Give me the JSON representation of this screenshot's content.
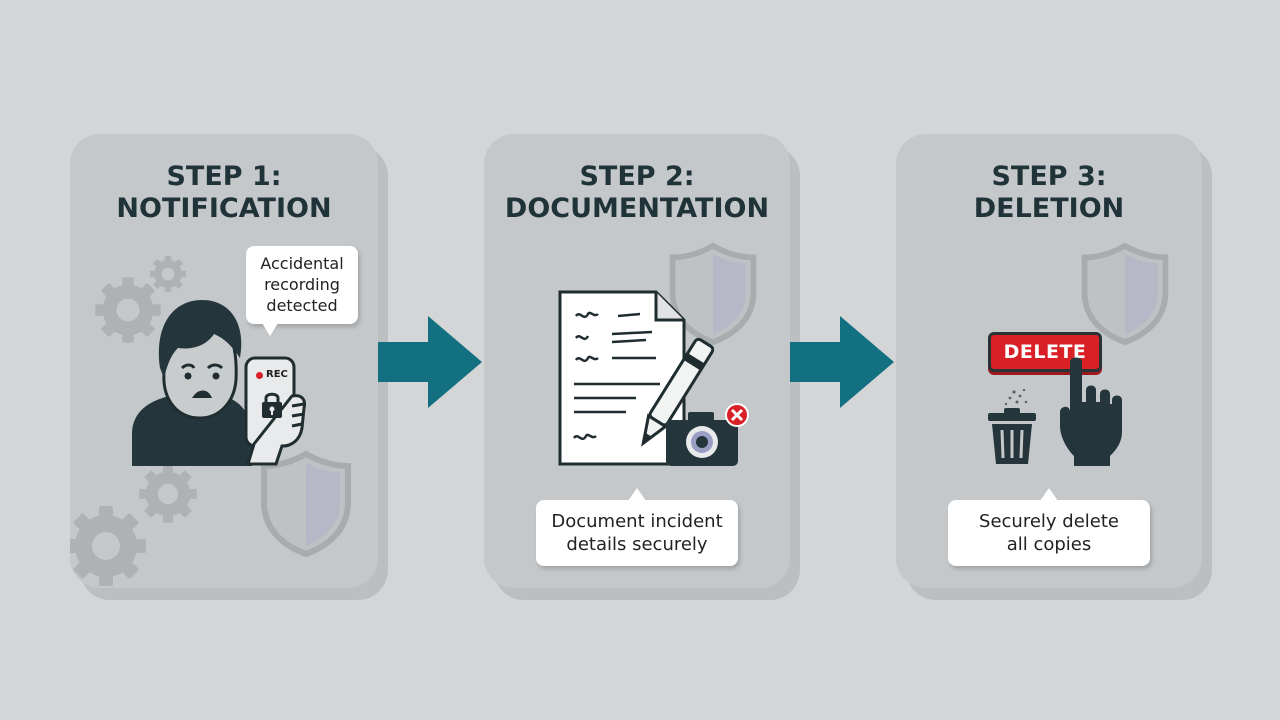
{
  "steps": [
    {
      "title_line1": "STEP 1:",
      "title_line2": "NOTIFICATION",
      "bubble_lines": [
        "Accidental",
        "recording",
        "detected"
      ],
      "phone_label": "REC",
      "icons": [
        "gear-icon",
        "person-icon",
        "phone-icon",
        "lock-icon",
        "shield-icon"
      ]
    },
    {
      "title_line1": "STEP 2:",
      "title_line2": "DOCUMENTATION",
      "bubble_lines": [
        "Document incident",
        "details securely"
      ],
      "icons": [
        "document-icon",
        "pen-icon",
        "camera-icon",
        "error-icon",
        "shield-icon"
      ]
    },
    {
      "title_line1": "STEP 3:",
      "title_line2": "DELETION",
      "button_label": "DELETE",
      "bubble_lines": [
        "Securely delete",
        "all copies"
      ],
      "icons": [
        "trash-icon",
        "hand-pointer-icon",
        "shield-icon"
      ]
    }
  ],
  "colors": {
    "background": "#d3d5d7",
    "card": "#c5c8ca",
    "title": "#1f3338",
    "arrow": "#127080",
    "delete_button": "#d92027",
    "shield_fill": "#b7b7c8"
  }
}
